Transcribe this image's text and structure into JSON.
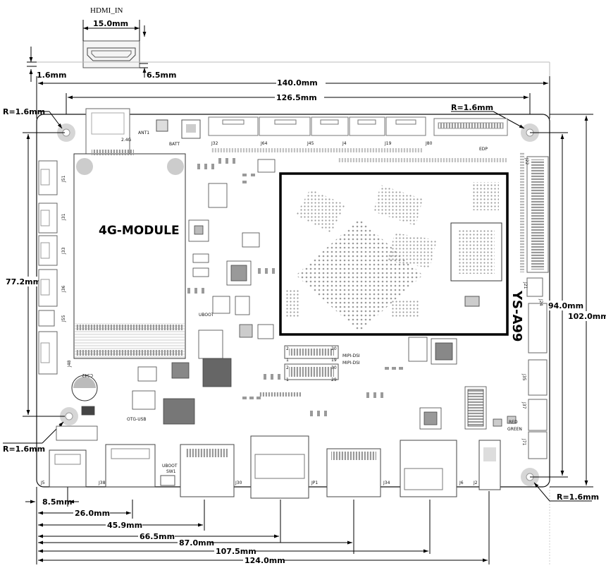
{
  "hdmi": {
    "label": "HDMI_IN",
    "width": "15.0mm",
    "offset": "6.5mm"
  },
  "top_dims": {
    "margin": "1.6mm",
    "overall_width": "140.0mm",
    "hole_span": "126.5mm"
  },
  "side_dims": {
    "left_height": "77.2mm",
    "hole_span_v": "94.0mm",
    "overall_height": "102.0mm"
  },
  "bottom_dims": [
    "8.5mm",
    "26.0mm",
    "45.9mm",
    "66.5mm",
    "87.0mm",
    "107.5mm",
    "124.0mm"
  ],
  "radius_labels": {
    "top_left": "R=1.6mm",
    "top_right": "R=1.6mm",
    "bottom_left": "R=1.6mm",
    "bottom_right": "R=1.6mm"
  },
  "board": {
    "module_label": "4G-MODULE",
    "brand": "YS-A99",
    "silkscreen": {
      "ant": "ANT1",
      "ant_band": "2.4G",
      "batt": "BATT",
      "uboot": "UBOOT",
      "otg": "OTG-USB",
      "uboot_sw_1": "UBOOT",
      "uboot_sw_2": "SW1",
      "mipi1": "MIPI-DSI",
      "mipi2": "MIPI-DSI",
      "edp": "EDP",
      "led_red": "RED",
      "led_green": "GREEN",
      "cap": "C342",
      "pin2a": "2",
      "pin20": "20",
      "pin1a": "1",
      "pin19": "19",
      "pin2b": "2",
      "pin30": "30",
      "pin1b": "1",
      "pin29": "29"
    },
    "top_connectors": [
      "J32",
      "J64",
      "J45",
      "J4",
      "J19",
      "J80"
    ],
    "left_connectors": [
      "J51",
      "J31",
      "J33",
      "J36",
      "J55",
      "J48"
    ],
    "bottom_connectors": [
      "J5",
      "J38",
      "J30",
      "JP1",
      "J34",
      "J6",
      "J2"
    ],
    "right_connectors": [
      "J22",
      "J21",
      "J24",
      "J35",
      "J37",
      "J71"
    ]
  }
}
